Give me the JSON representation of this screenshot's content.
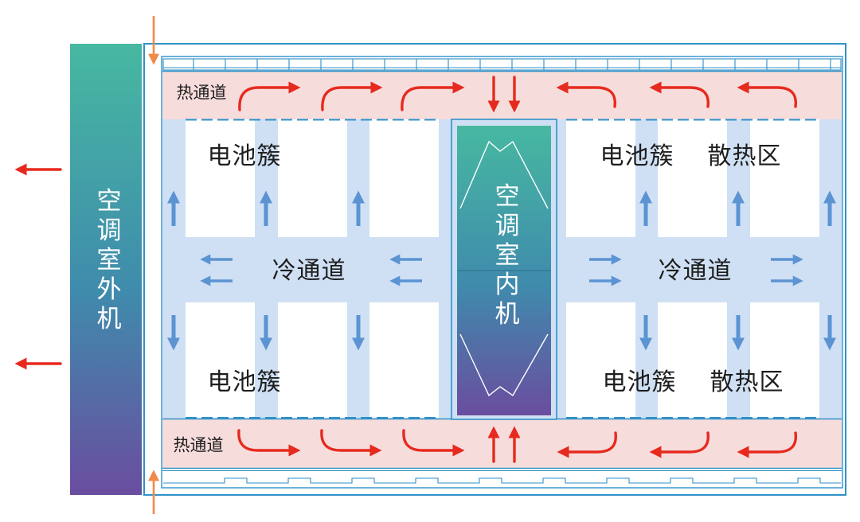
{
  "outdoor_unit": {
    "label": "空调室外机"
  },
  "indoor_unit": {
    "label": "空调室内机"
  },
  "hot_aisle": {
    "top_label": "热通道",
    "bottom_label": "热通道"
  },
  "cold_aisle": {
    "left_label": "冷通道",
    "right_label": "冷通道"
  },
  "battery_zone_left": {
    "top_label": "电池簇",
    "bottom_label": "电池簇"
  },
  "battery_zone_right": {
    "top_cluster_label": "电池簇",
    "top_heat_label": "散热区",
    "bottom_cluster_label": "电池簇",
    "bottom_heat_label": "散热区"
  },
  "colors": {
    "hot_aisle_fill": "#f7dcdc",
    "cold_aisle_fill": "#cfe0f4",
    "battery_cluster_fill": "#ffffff",
    "hot_airflow": "#e62a1e",
    "cold_airflow": "#5b93d3",
    "outside_air": "#ef8a4a",
    "frame": "#2f91c8",
    "unit_top": "#47b8a1",
    "unit_mid": "#3f8bac",
    "unit_bottom": "#6a4d9f"
  }
}
